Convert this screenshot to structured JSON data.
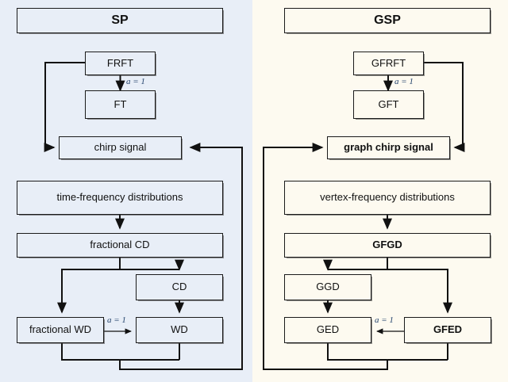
{
  "figure": {
    "type": "flow-diagram",
    "panels": [
      {
        "id": "sp",
        "title": "SP",
        "background": "#e8eef7",
        "nodes": [
          {
            "id": "frft",
            "label": "FRFT",
            "bold": false
          },
          {
            "id": "ft",
            "label": "FT",
            "bold": false
          },
          {
            "id": "chirp",
            "label": "chirp signal",
            "bold": false
          },
          {
            "id": "tfd",
            "label": "time-frequency distributions",
            "bold": false
          },
          {
            "id": "fcd",
            "label": "fractional CD",
            "bold": false
          },
          {
            "id": "cd",
            "label": "CD",
            "bold": false
          },
          {
            "id": "fwd",
            "label": "fractional WD",
            "bold": false
          },
          {
            "id": "wd",
            "label": "WD",
            "bold": false
          }
        ],
        "edge_labels": [
          {
            "id": "frft-to-ft",
            "text": "a = 1"
          },
          {
            "id": "fwd-to-wd",
            "text": "a = 1"
          }
        ]
      },
      {
        "id": "gsp",
        "title": "GSP",
        "background": "#fdfaf0",
        "nodes": [
          {
            "id": "gfrft",
            "label": "GFRFT",
            "bold": false
          },
          {
            "id": "gft",
            "label": "GFT",
            "bold": false
          },
          {
            "id": "gchirp",
            "label": "graph chirp signal",
            "bold": true
          },
          {
            "id": "vfd",
            "label": "vertex-frequency distributions",
            "bold": false
          },
          {
            "id": "gfgd",
            "label": "GFGD",
            "bold": true
          },
          {
            "id": "ggd",
            "label": "GGD",
            "bold": false
          },
          {
            "id": "ged",
            "label": "GED",
            "bold": false
          },
          {
            "id": "gfed",
            "label": "GFED",
            "bold": true
          }
        ],
        "edge_labels": [
          {
            "id": "gfrft-to-gft",
            "text": "a = 1"
          },
          {
            "id": "gfed-to-ged",
            "text": "a = 1"
          }
        ]
      }
    ],
    "colors": {
      "sp_background": "#e8eef7",
      "gsp_background": "#fdfaf0",
      "box_border": "#1b1b1b",
      "arrow": "#111111",
      "alpha_label": "#26456e"
    }
  }
}
